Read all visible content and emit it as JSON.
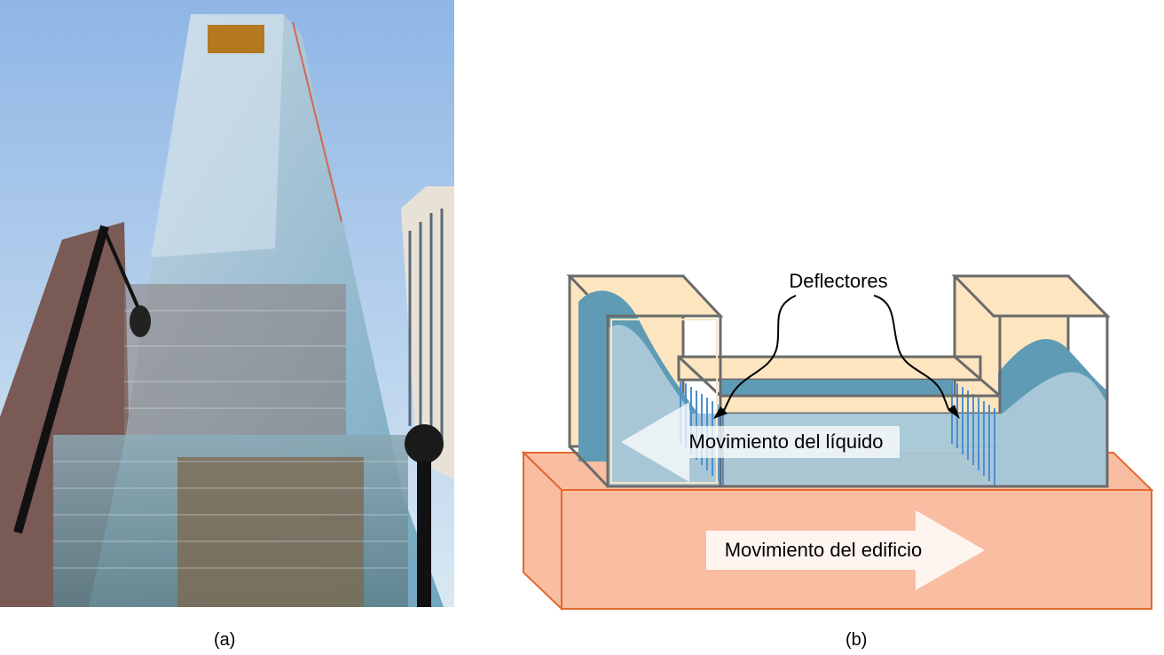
{
  "panel_a": {
    "caption": "(a)",
    "description": "Photograph of a glass skyscraper seen from street level"
  },
  "panel_b": {
    "caption": "(b)",
    "labels": {
      "deflectors": "Deflectores",
      "liquid_motion": "Movimiento del líquido",
      "building_motion": "Movimiento del edificio"
    },
    "colors": {
      "tank_fill": "#fde5c0",
      "tank_stroke": "#6b6b6b",
      "liquid_light": "#a7c7d6",
      "liquid_dark": "#5f9bb5",
      "baffle": "#4a8fd4",
      "base_fill": "#f9bda2",
      "base_stroke": "#e2692e",
      "arrow": "#ffffff"
    }
  }
}
